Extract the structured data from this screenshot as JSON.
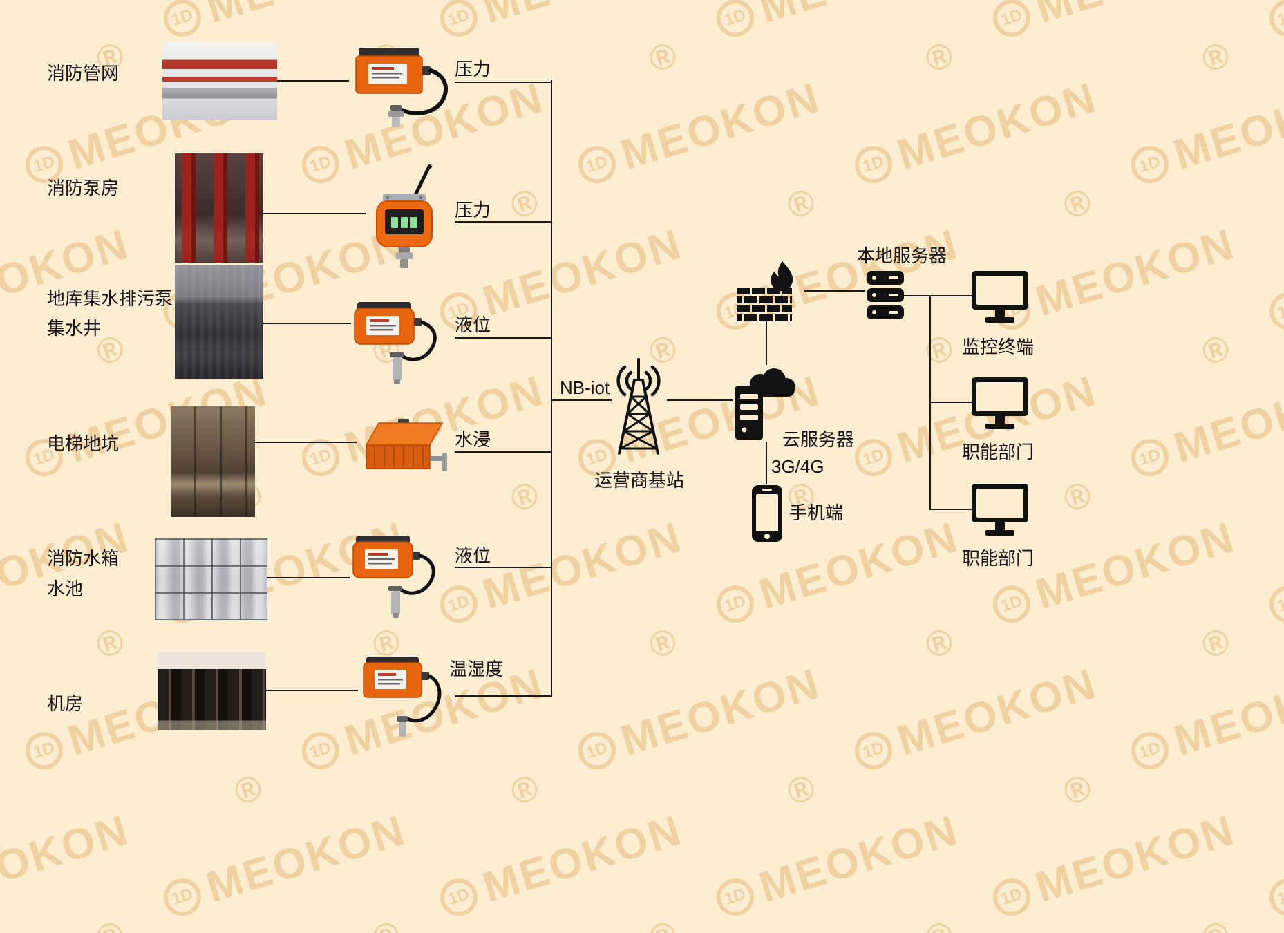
{
  "watermark": {
    "text": "MEOKON",
    "reg": "®",
    "logo_text": "1D"
  },
  "locations": [
    {
      "label": "消防管网",
      "sensor_type": "压力",
      "photo": "fire-pipe-network",
      "sensor_icon": "pressure-transmitter"
    },
    {
      "label": "消防泵房",
      "sensor_type": "压力",
      "photo": "fire-pump-room",
      "sensor_icon": "wireless-pressure-gauge"
    },
    {
      "label": "地库集水排污泵",
      "label2": "集水井",
      "sensor_type": "液位",
      "photo": "basement-sump-well",
      "sensor_icon": "level-transmitter"
    },
    {
      "label": "电梯地坑",
      "sensor_type": "水浸",
      "photo": "elevator-pit",
      "sensor_icon": "water-leak-detector"
    },
    {
      "label": "消防水箱",
      "label2": "水池",
      "sensor_type": "液位",
      "photo": "fire-water-tank",
      "sensor_icon": "level-transmitter"
    },
    {
      "label": "机房",
      "sensor_type": "温湿度",
      "photo": "machine-room",
      "sensor_icon": "temp-humidity-sensor"
    }
  ],
  "network": {
    "protocol_label": "NB-iot",
    "base_station_label": "运营商基站",
    "cloud_server_label": "云服务器",
    "cellular_label": "3G/4G",
    "mobile_label": "手机端",
    "local_server_label": "本地服务器",
    "terminal_labels": [
      "监控终端",
      "职能部门",
      "职能部门"
    ]
  },
  "colors": {
    "background": "#fdeed2",
    "watermark": "#ddac5f",
    "sensor_orange": "#e8650f",
    "line": "#1a1a1a"
  }
}
